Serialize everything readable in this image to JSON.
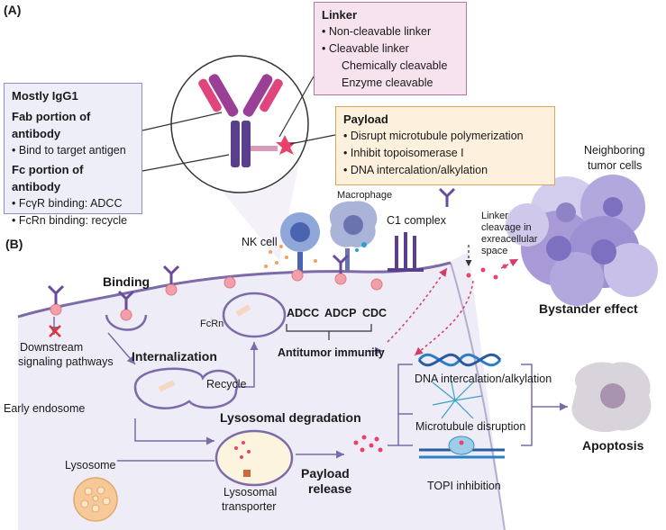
{
  "panels": {
    "a": "(A)",
    "b": "(B)"
  },
  "igg_box": {
    "title": "Mostly IgG1",
    "fab_heading": "Fab portion of antibody",
    "fab_items": [
      "Bind to target antigen"
    ],
    "fc_heading": "Fc portion of antibody",
    "fc_items": [
      "FcγR binding: ADCC",
      "FcRn binding: recycle"
    ]
  },
  "linker_box": {
    "title": "Linker",
    "items": [
      "Non-cleavable linker",
      "Cleavable linker"
    ],
    "subitems": [
      "Chemically cleavable",
      "Enzyme cleavable"
    ]
  },
  "payload_box": {
    "title": "Payload",
    "items": [
      "Disrupt microtubule polymerization",
      "Inhibit topoisomerase I",
      "DNA intercalation/alkylation"
    ]
  },
  "labels": {
    "neighboring": "Neighboring",
    "tumor_cells": "tumor cells",
    "macrophage": "Macrophage",
    "c1_complex": "C1 complex",
    "linker_cleavage": [
      "Linker",
      "cleavage in",
      "exreacellular",
      "space"
    ],
    "nk_cell": "NK cell",
    "binding": "Binding",
    "fcrn": "FcRn",
    "adcc": "ADCC",
    "adcp": "ADCP",
    "cdc": "CDC",
    "bystander": "Bystander effect",
    "downstream": "Downstream",
    "signaling": "signaling pathways",
    "internalization": "Internalization",
    "antitumor": "Antitumor immunity",
    "recycle": "Recycle",
    "dna": "DNA intercalation/alkylation",
    "early_endosome": "Early endosome",
    "lysosomal_degradation": "Lysosomal degradation",
    "microtubule": "Microtubule disruption",
    "apoptosis": "Apoptosis",
    "lysosome": "Lysosome",
    "payload_release": [
      "Payload",
      "release"
    ],
    "lysosomal_transporter": [
      "Lysosomal",
      "transporter"
    ],
    "topi": "TOPI inhibition"
  },
  "colors": {
    "igg_bg": "#eeeef8",
    "igg_border": "#8a8fc4",
    "linker_bg": "#f6e3ee",
    "linker_border": "#b07aa0",
    "payload_bg": "#fdf0dc",
    "payload_border": "#d9a55c",
    "cell_bg": "#eeecf6",
    "membrane": "#7d6aa8",
    "receptor": "#f1a0aa",
    "tumor": "#a79ad6",
    "payload": "#e8416a"
  }
}
